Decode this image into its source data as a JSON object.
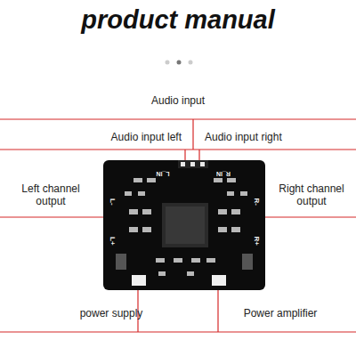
{
  "diagram": {
    "title": "product manual",
    "labels": [
      "Audio input",
      "Audio input left",
      "Audio input right",
      "L_IN",
      "R_IN",
      "Left channel output",
      "Right channel output",
      "L-",
      "L+",
      "R-",
      "R+",
      "power supply",
      "Power amplifier"
    ]
  }
}
